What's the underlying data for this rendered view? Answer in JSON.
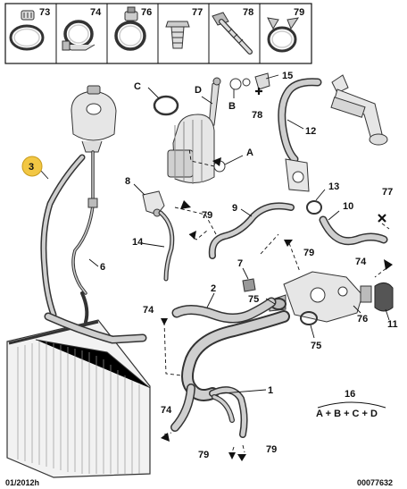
{
  "header_boxes": [
    "73",
    "74",
    "76",
    "77",
    "78",
    "79"
  ],
  "callouts": {
    "c3": "3",
    "c6": "6",
    "cC": "C",
    "cD": "D",
    "cB": "B",
    "c15": "15",
    "c78": "78",
    "c12": "12",
    "cA": "A",
    "c8": "8",
    "c79a": "79",
    "c9": "9",
    "c13": "13",
    "c77": "77",
    "c10": "10",
    "c14": "14",
    "c79b": "79",
    "c7": "7",
    "c74a": "74",
    "c2": "2",
    "c75a": "75",
    "c76": "76",
    "c11": "11",
    "c74b": "74",
    "c75b": "75",
    "c1": "1",
    "c74c": "74",
    "c79c": "79",
    "c79d": "79",
    "c16": "16"
  },
  "formula": "A + B + C + D",
  "footer": {
    "date": "01/2012h",
    "ref": "00077632"
  },
  "colors": {
    "highlight": "#f2c744",
    "ink": "#111111"
  }
}
